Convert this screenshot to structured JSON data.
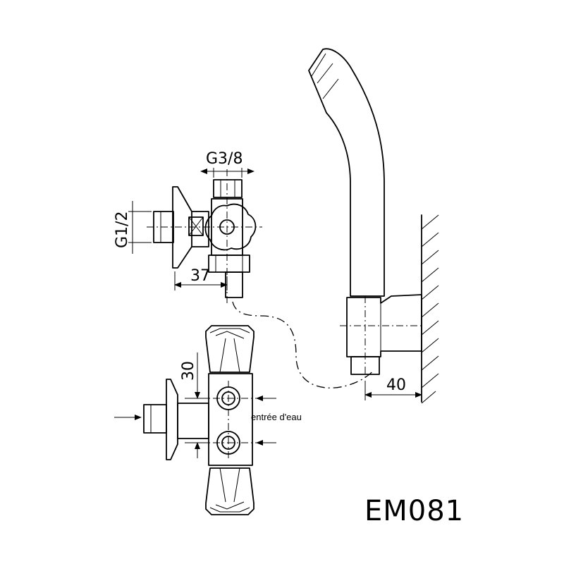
{
  "dimensions": {
    "outlet_thread": "G3/8",
    "inlet_thread": "G1/2",
    "offset_37": "37",
    "spacing_30": "30",
    "wall_40": "40"
  },
  "labels": {
    "water_inlet": "entrée d'eau"
  },
  "model": {
    "code": "EM081"
  }
}
